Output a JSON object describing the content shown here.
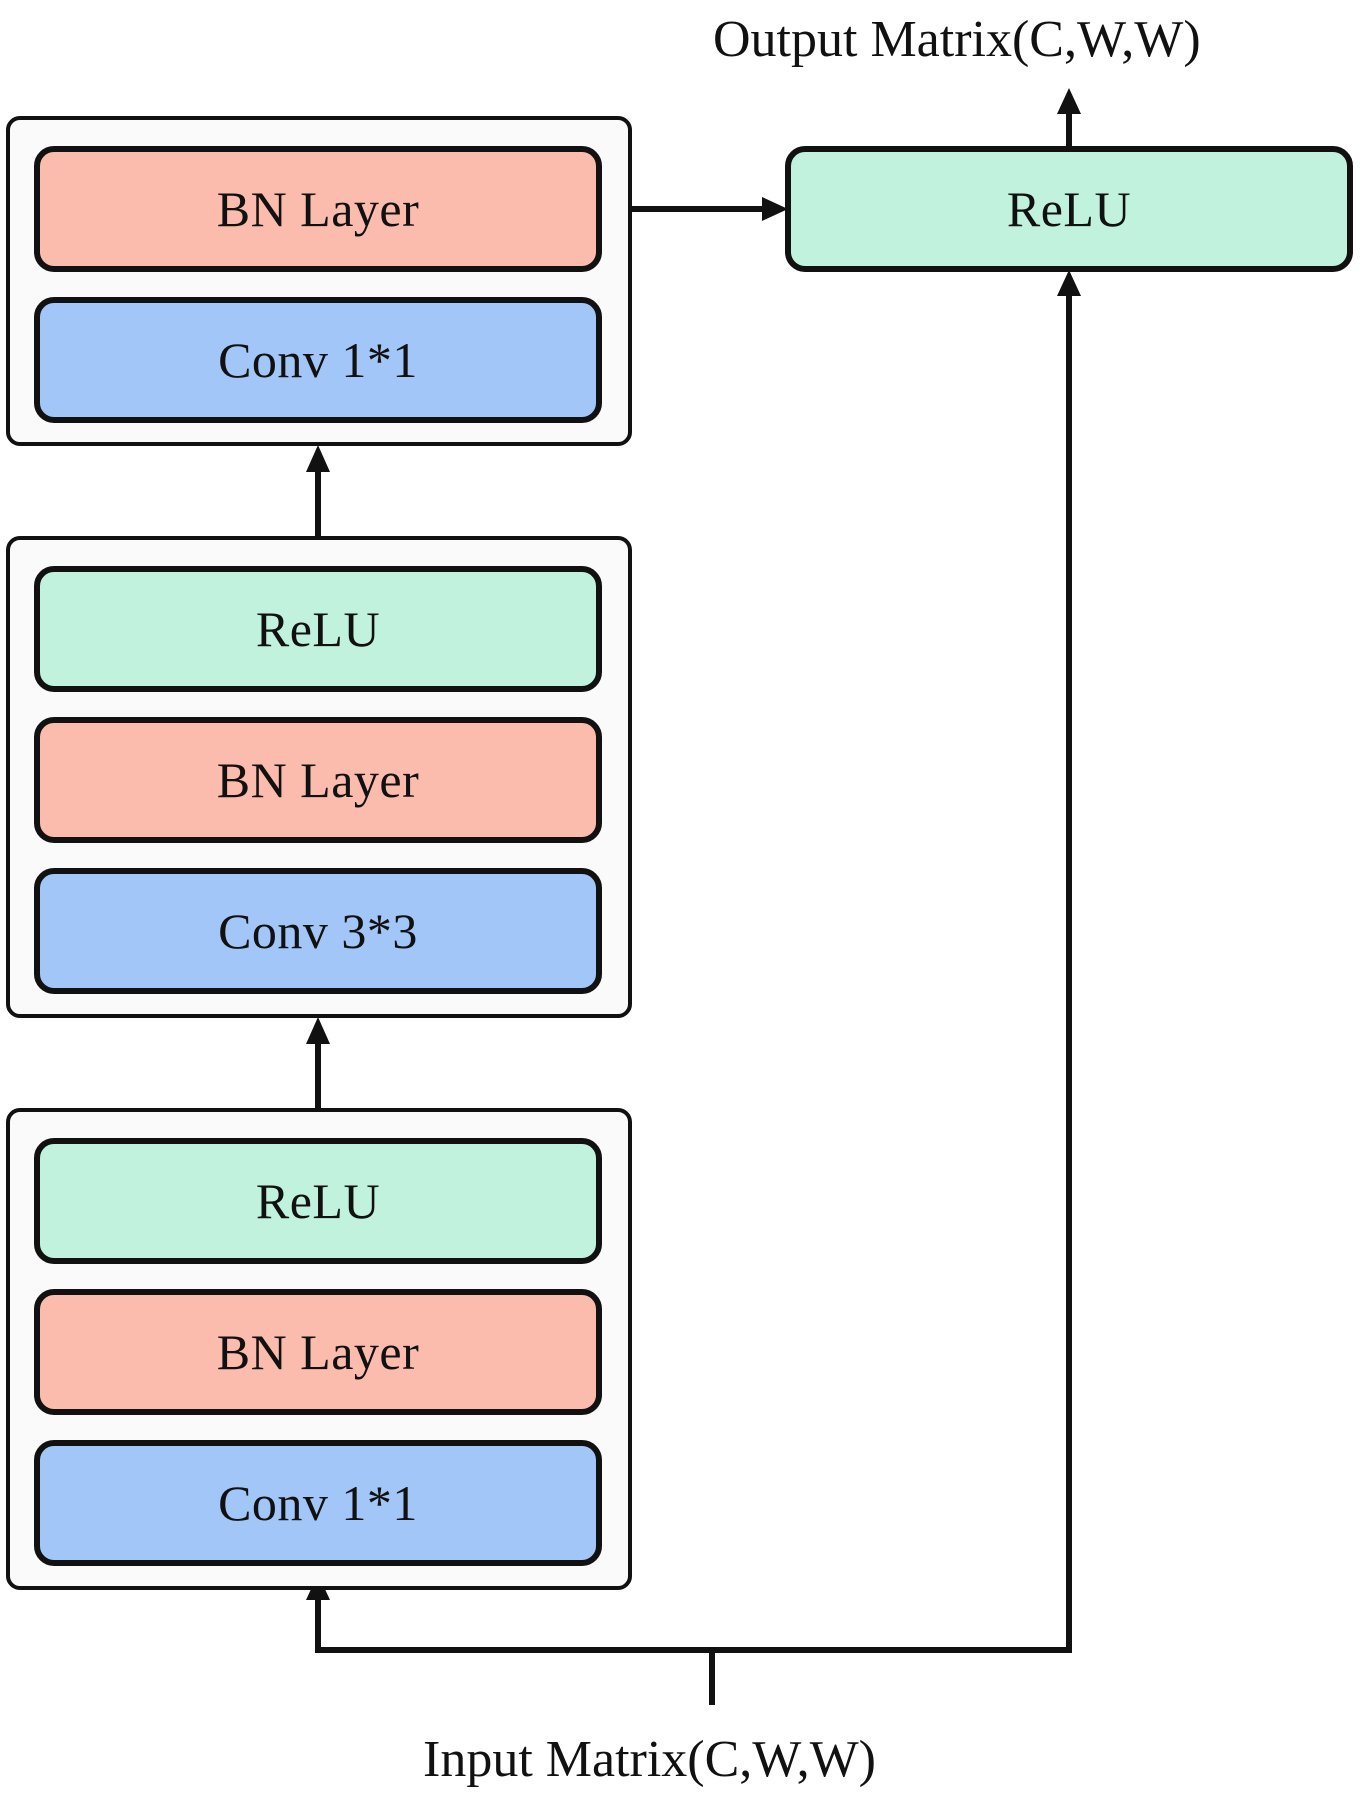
{
  "diagram": {
    "output_label": "Output Matrix(C,W,W)",
    "input_label": "Input Matrix(C,W,W)",
    "top_group": {
      "bn_label": "BN Layer",
      "conv_label": "Conv 1*1"
    },
    "middle_group": {
      "relu_label": "ReLU",
      "bn_label": "BN Layer",
      "conv_label": "Conv 3*3"
    },
    "bottom_group": {
      "relu_label": "ReLU",
      "bn_label": "BN Layer",
      "conv_label": "Conv 1*1"
    },
    "output_relu_label": "ReLU",
    "colors": {
      "relu": "#c1f2de",
      "bn": "#fbbcad",
      "conv": "#a3c6f8",
      "stroke": "#111111"
    }
  }
}
